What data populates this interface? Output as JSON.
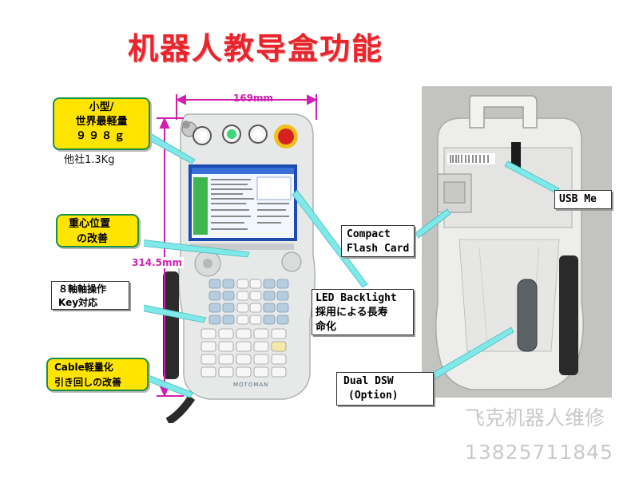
{
  "title": "机器人教导盒功能",
  "dimensions": {
    "width": "169mm",
    "height": "314.5mm"
  },
  "callouts": {
    "small_light": [
      "小型/",
      "世界最軽量",
      "９９８ｇ"
    ],
    "other_weight": "他社1.3Kg",
    "center_of_gravity": [
      "重心位置",
      "の改善"
    ],
    "eight_axis": [
      "８軸軸操作",
      "Key対応"
    ],
    "cable": [
      "Cable軽量化",
      "引き回しの改善"
    ],
    "led": [
      "LED Backlight",
      "採用による長寿",
      "命化"
    ],
    "compact_flash": [
      "Compact",
      "Flash Card"
    ],
    "usb": "USB Me",
    "dual_dsw": [
      "Dual DSW",
      "(Option)"
    ]
  },
  "device": {
    "brand": "MOTOMAN"
  },
  "watermark": {
    "company": "飞克机器人维修",
    "phone": "13825711845"
  },
  "colors": {
    "title": "#e8252d",
    "callout_fill": "#ffe400",
    "callout_border": "#1a8f4c",
    "dimension": "#d21fb0",
    "pointer": "#7fe8e8"
  }
}
